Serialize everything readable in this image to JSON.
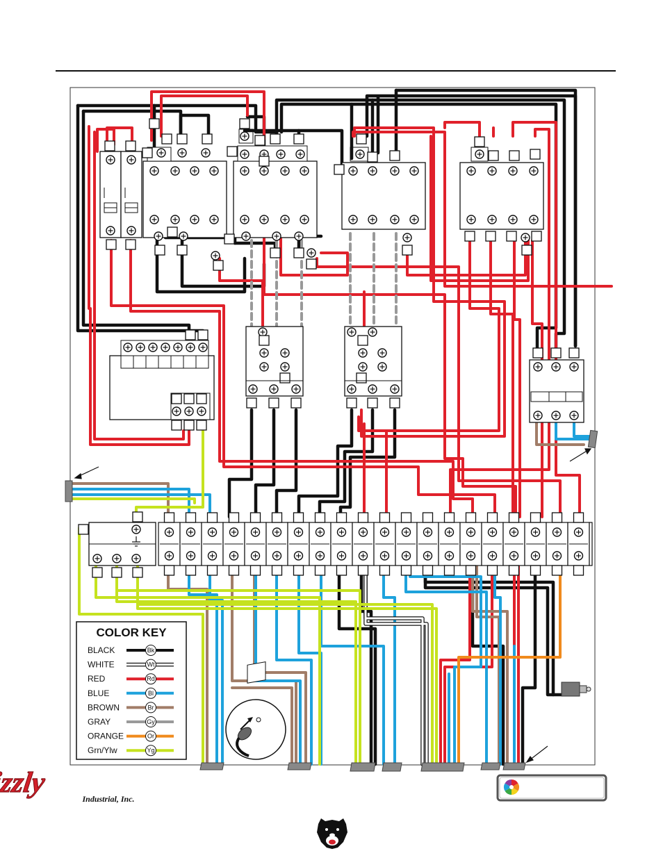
{
  "color_key": {
    "title": "COLOR KEY",
    "entries": [
      {
        "label": "BLACK",
        "abbr": "Bk",
        "color": "#111111"
      },
      {
        "label": "WHITE",
        "abbr": "Wt",
        "color": "#ffffff"
      },
      {
        "label": "RED",
        "abbr": "Rd",
        "color": "#e0212b"
      },
      {
        "label": "BLUE",
        "abbr": "Bl",
        "color": "#1ea2dc"
      },
      {
        "label": "BROWN",
        "abbr": "Br",
        "color": "#a17d68"
      },
      {
        "label": "GRAY",
        "abbr": "Gy",
        "color": "#9a9a9a"
      },
      {
        "label": "ORANGE",
        "abbr": "Or",
        "color": "#f08a1c"
      },
      {
        "label": "Grn/Ylw",
        "abbr": "Yg",
        "color": "#c5e21f"
      }
    ]
  },
  "logo": {
    "brand": "Grizzly",
    "subtitle": "Industrial, Inc."
  },
  "colors": {
    "black": "#111111",
    "red": "#e0212b",
    "blue": "#1ea2dc",
    "brown": "#a17d68",
    "gray": "#9a9a9a",
    "orange": "#f08a1c",
    "grnylw": "#c5e21f",
    "logo_red": "#d3202a"
  },
  "icons": {
    "ground": "ground-symbol-icon",
    "plug": "power-plug-icon",
    "color_wheel": "color-wheel-icon",
    "bear": "grizzly-bear-icon"
  }
}
